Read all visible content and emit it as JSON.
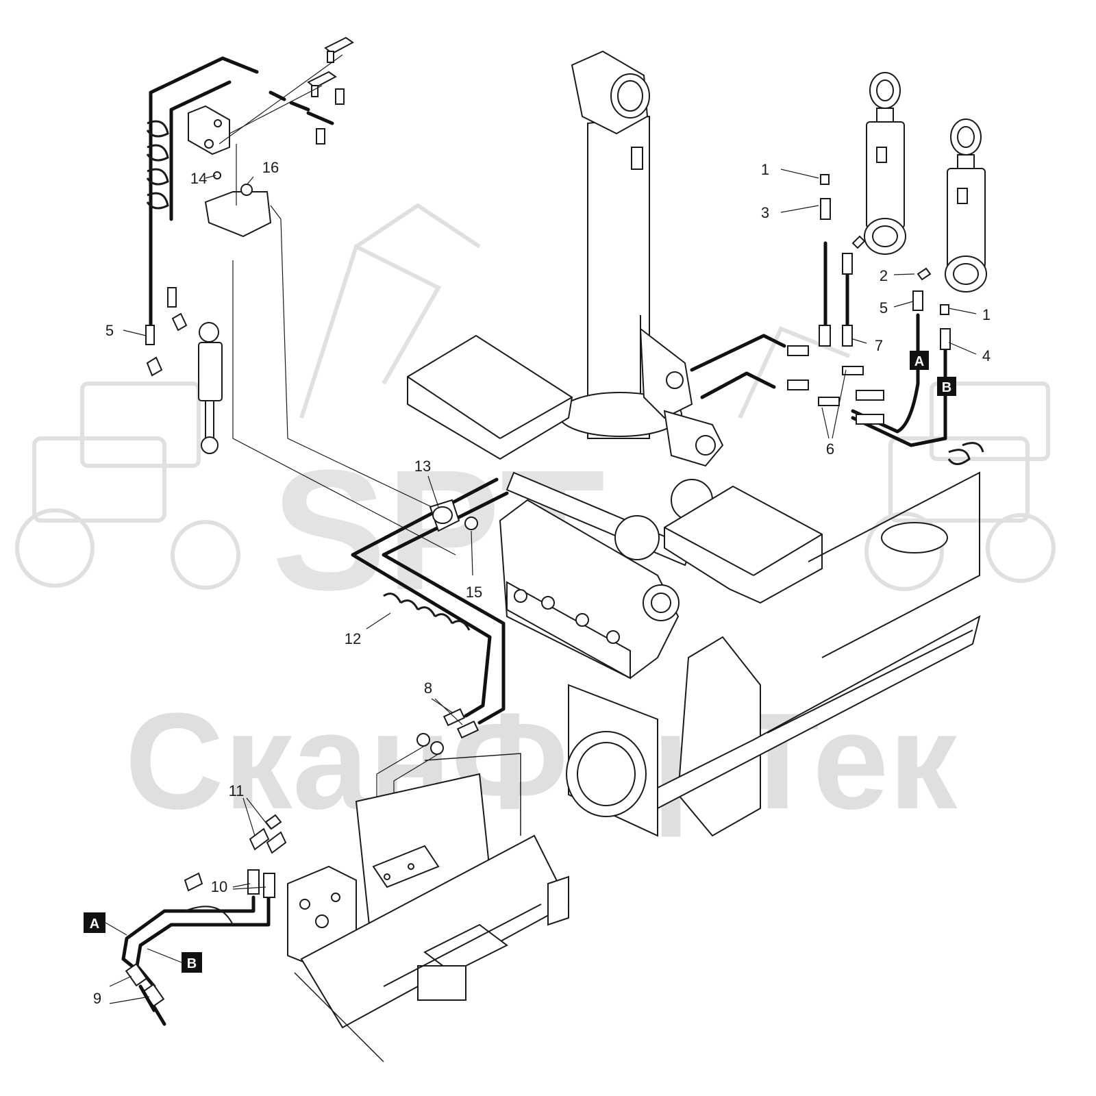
{
  "watermark": {
    "logo_text": "SPT",
    "brand_text": "СканФорТек",
    "color": "#dcdcdc"
  },
  "colors": {
    "line": "#1a1a1a",
    "hose": "#111111",
    "tag_fill": "#111111"
  },
  "callouts": {
    "c1a": "1",
    "c1b": "1",
    "c2": "2",
    "c3": "3",
    "c4": "4",
    "c5a": "5",
    "c5b": "5",
    "c6": "6",
    "c7": "7",
    "c8": "8",
    "c9": "9",
    "c10": "10",
    "c11": "11",
    "c12": "12",
    "c13": "13",
    "c14": "14",
    "c15": "15",
    "c16": "16"
  },
  "tags": {
    "a_right": "A",
    "b_right": "B",
    "a_left": "A",
    "b_left": "B"
  }
}
